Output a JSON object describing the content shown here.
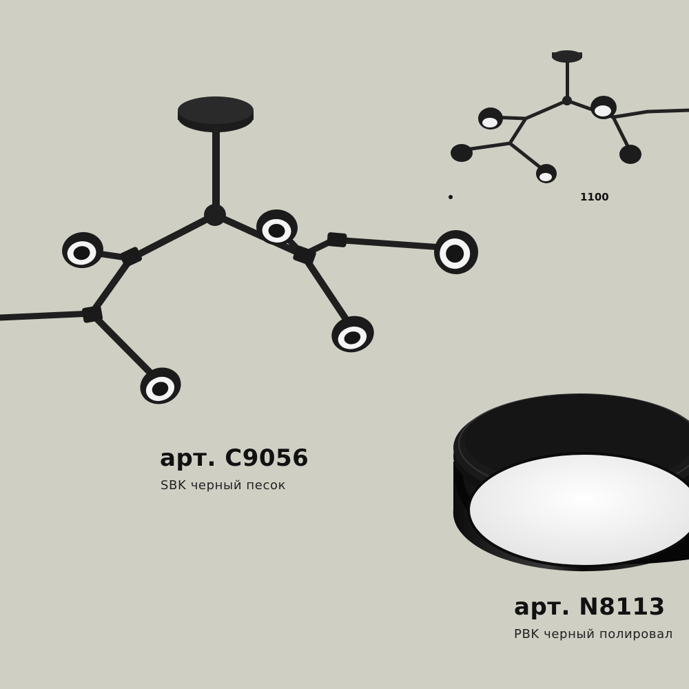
{
  "product_1": {
    "article": "арт. C9056",
    "color": "SBK черный песок"
  },
  "product_2": {
    "article": "арт. N8113",
    "color": "PBK черный полировал"
  },
  "dimension": {
    "width": "1100"
  },
  "colors": {
    "background": "#cfcfc4",
    "fixture_black": "#1e1e1e",
    "diffuser_white": "#f2f2f2"
  }
}
